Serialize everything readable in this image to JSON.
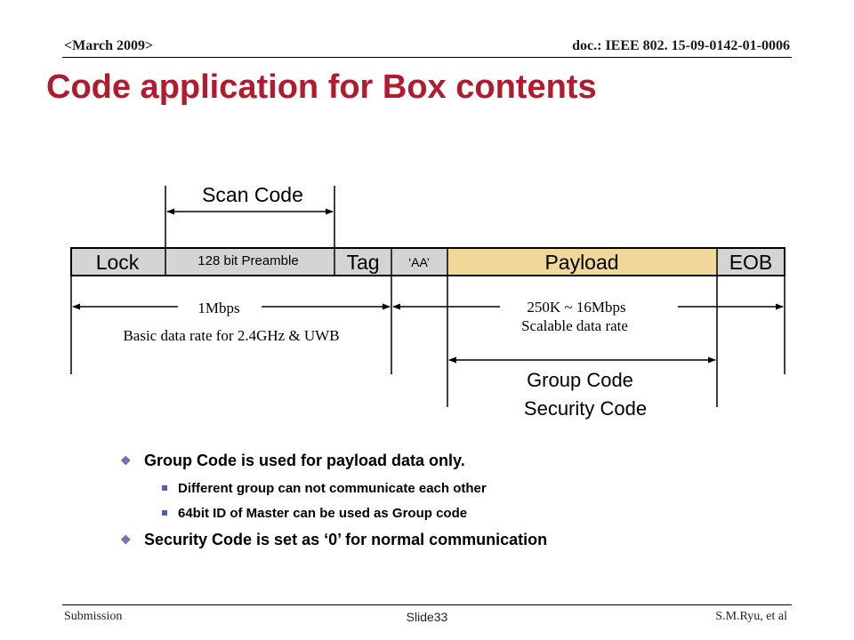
{
  "header": {
    "date": "<March 2009>",
    "doc_id": "doc.: IEEE 802. 15-09-0142-01-0006"
  },
  "title": "Code application for Box contents",
  "diagram": {
    "scan_code_label": "Scan Code",
    "segments": {
      "lock": "Lock",
      "preamble": "128 bit Preamble",
      "tag": "Tag",
      "aa": "‘AA’",
      "payload": "Payload",
      "eob": "EOB"
    },
    "basic_rate": "1Mbps",
    "basic_rate_desc": "Basic data rate for 2.4GHz  & UWB",
    "scalable_rate": "250K ~ 16Mbps",
    "scalable_rate_desc": "Scalable data rate",
    "group_code": "Group Code",
    "security_code": "Security Code",
    "colors": {
      "frame_fill": "#d4d4d4",
      "payload_fill": "#efd89a",
      "arrow": "#000000"
    }
  },
  "bullets": [
    {
      "text": "Group Code is used for payload data only.",
      "level": 1
    },
    {
      "text": "Different group can not communicate each other",
      "level": 2
    },
    {
      "text": "64bit  ID of Master can be used as Group code",
      "level": 2
    },
    {
      "text": "Security Code is set  as ‘0’ for normal communication",
      "level": 1
    }
  ],
  "footer": {
    "left": "Submission",
    "center": "Slide33",
    "right": "S.M.Ryu, et al"
  }
}
